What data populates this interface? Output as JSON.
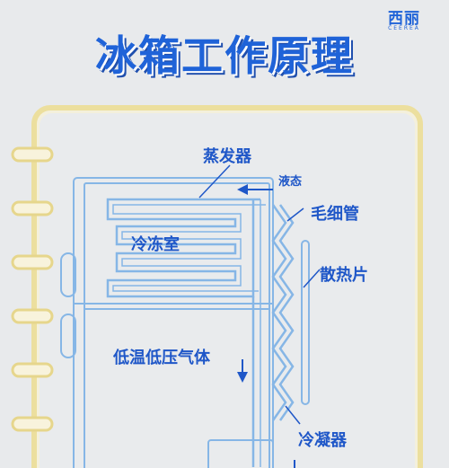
{
  "title": "冰箱工作原理",
  "brand": {
    "name_cn": "西丽",
    "name_en": "CEEREA"
  },
  "labels": {
    "evaporator": "蒸发器",
    "liquid_state": "液态",
    "capillary_tube": "毛细管",
    "freezer": "冷冻室",
    "heat_sink": "散热片",
    "low_temp_low_pressure_gas": "低温低压气体",
    "condenser": "冷凝器"
  },
  "colors": {
    "background": "#e8eaec",
    "accent_blue": "#1f63d8",
    "pipe_blue": "#7fb3e6",
    "frame_beige": "#f1e6b4",
    "frame_stroke": "#e8d890"
  }
}
